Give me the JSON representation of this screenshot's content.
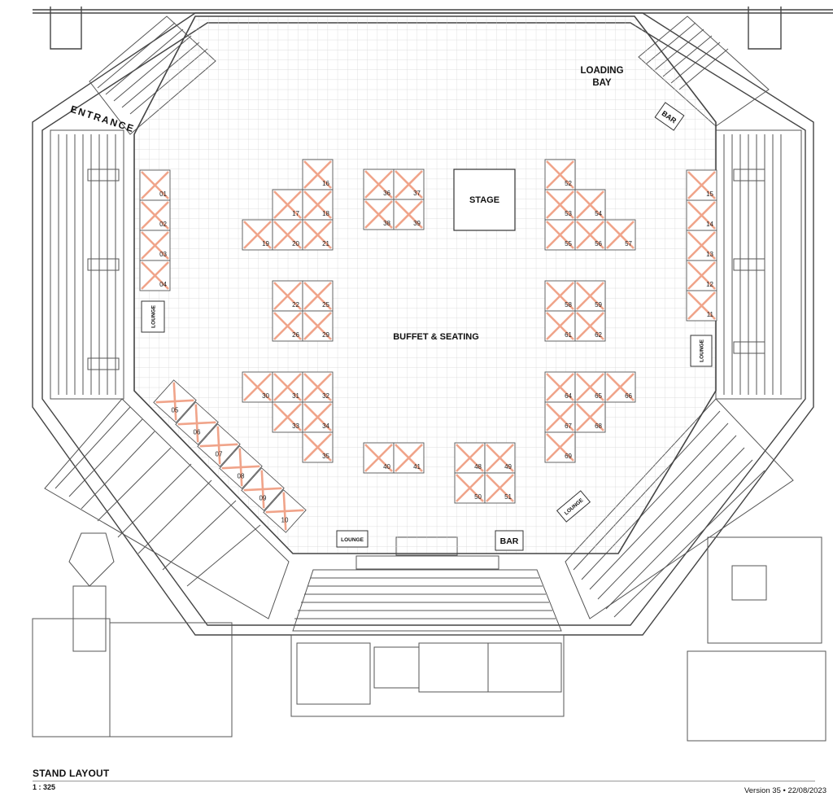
{
  "labels": {
    "entrance": "ENTRANCE",
    "loading_bay_line1": "LOADING",
    "loading_bay_line2": "BAY",
    "bar_top": "BAR",
    "bar_bottom": "BAR",
    "stage": "STAGE",
    "buffet": "BUFFET & SEATING",
    "lounge_left": "LOUNGE",
    "lounge_right": "LOUNGE",
    "lounge_bottom_left": "LOUNGE",
    "lounge_bottom_right": "LOUNGE"
  },
  "footer": {
    "title": "STAND LAYOUT",
    "scale": "1 : 325",
    "version": "Version 35 • 22/08/2023"
  },
  "stands": [
    "01",
    "02",
    "03",
    "04",
    "05",
    "06",
    "07",
    "08",
    "09",
    "10",
    "11",
    "12",
    "13",
    "14",
    "15",
    "16",
    "17",
    "18",
    "19",
    "20",
    "21",
    "22",
    "25",
    "26",
    "29",
    "30",
    "31",
    "32",
    "33",
    "34",
    "35",
    "36",
    "37",
    "38",
    "39",
    "40",
    "41",
    "48",
    "49",
    "50",
    "51",
    "52",
    "53",
    "54",
    "55",
    "56",
    "57",
    "58",
    "59",
    "61",
    "62",
    "64",
    "65",
    "66",
    "67",
    "68",
    "69"
  ],
  "colors": {
    "walls": "#444444",
    "grid": "#d4d4d4",
    "stand_cross": "#f0a48a",
    "stand_border": "#555555"
  }
}
